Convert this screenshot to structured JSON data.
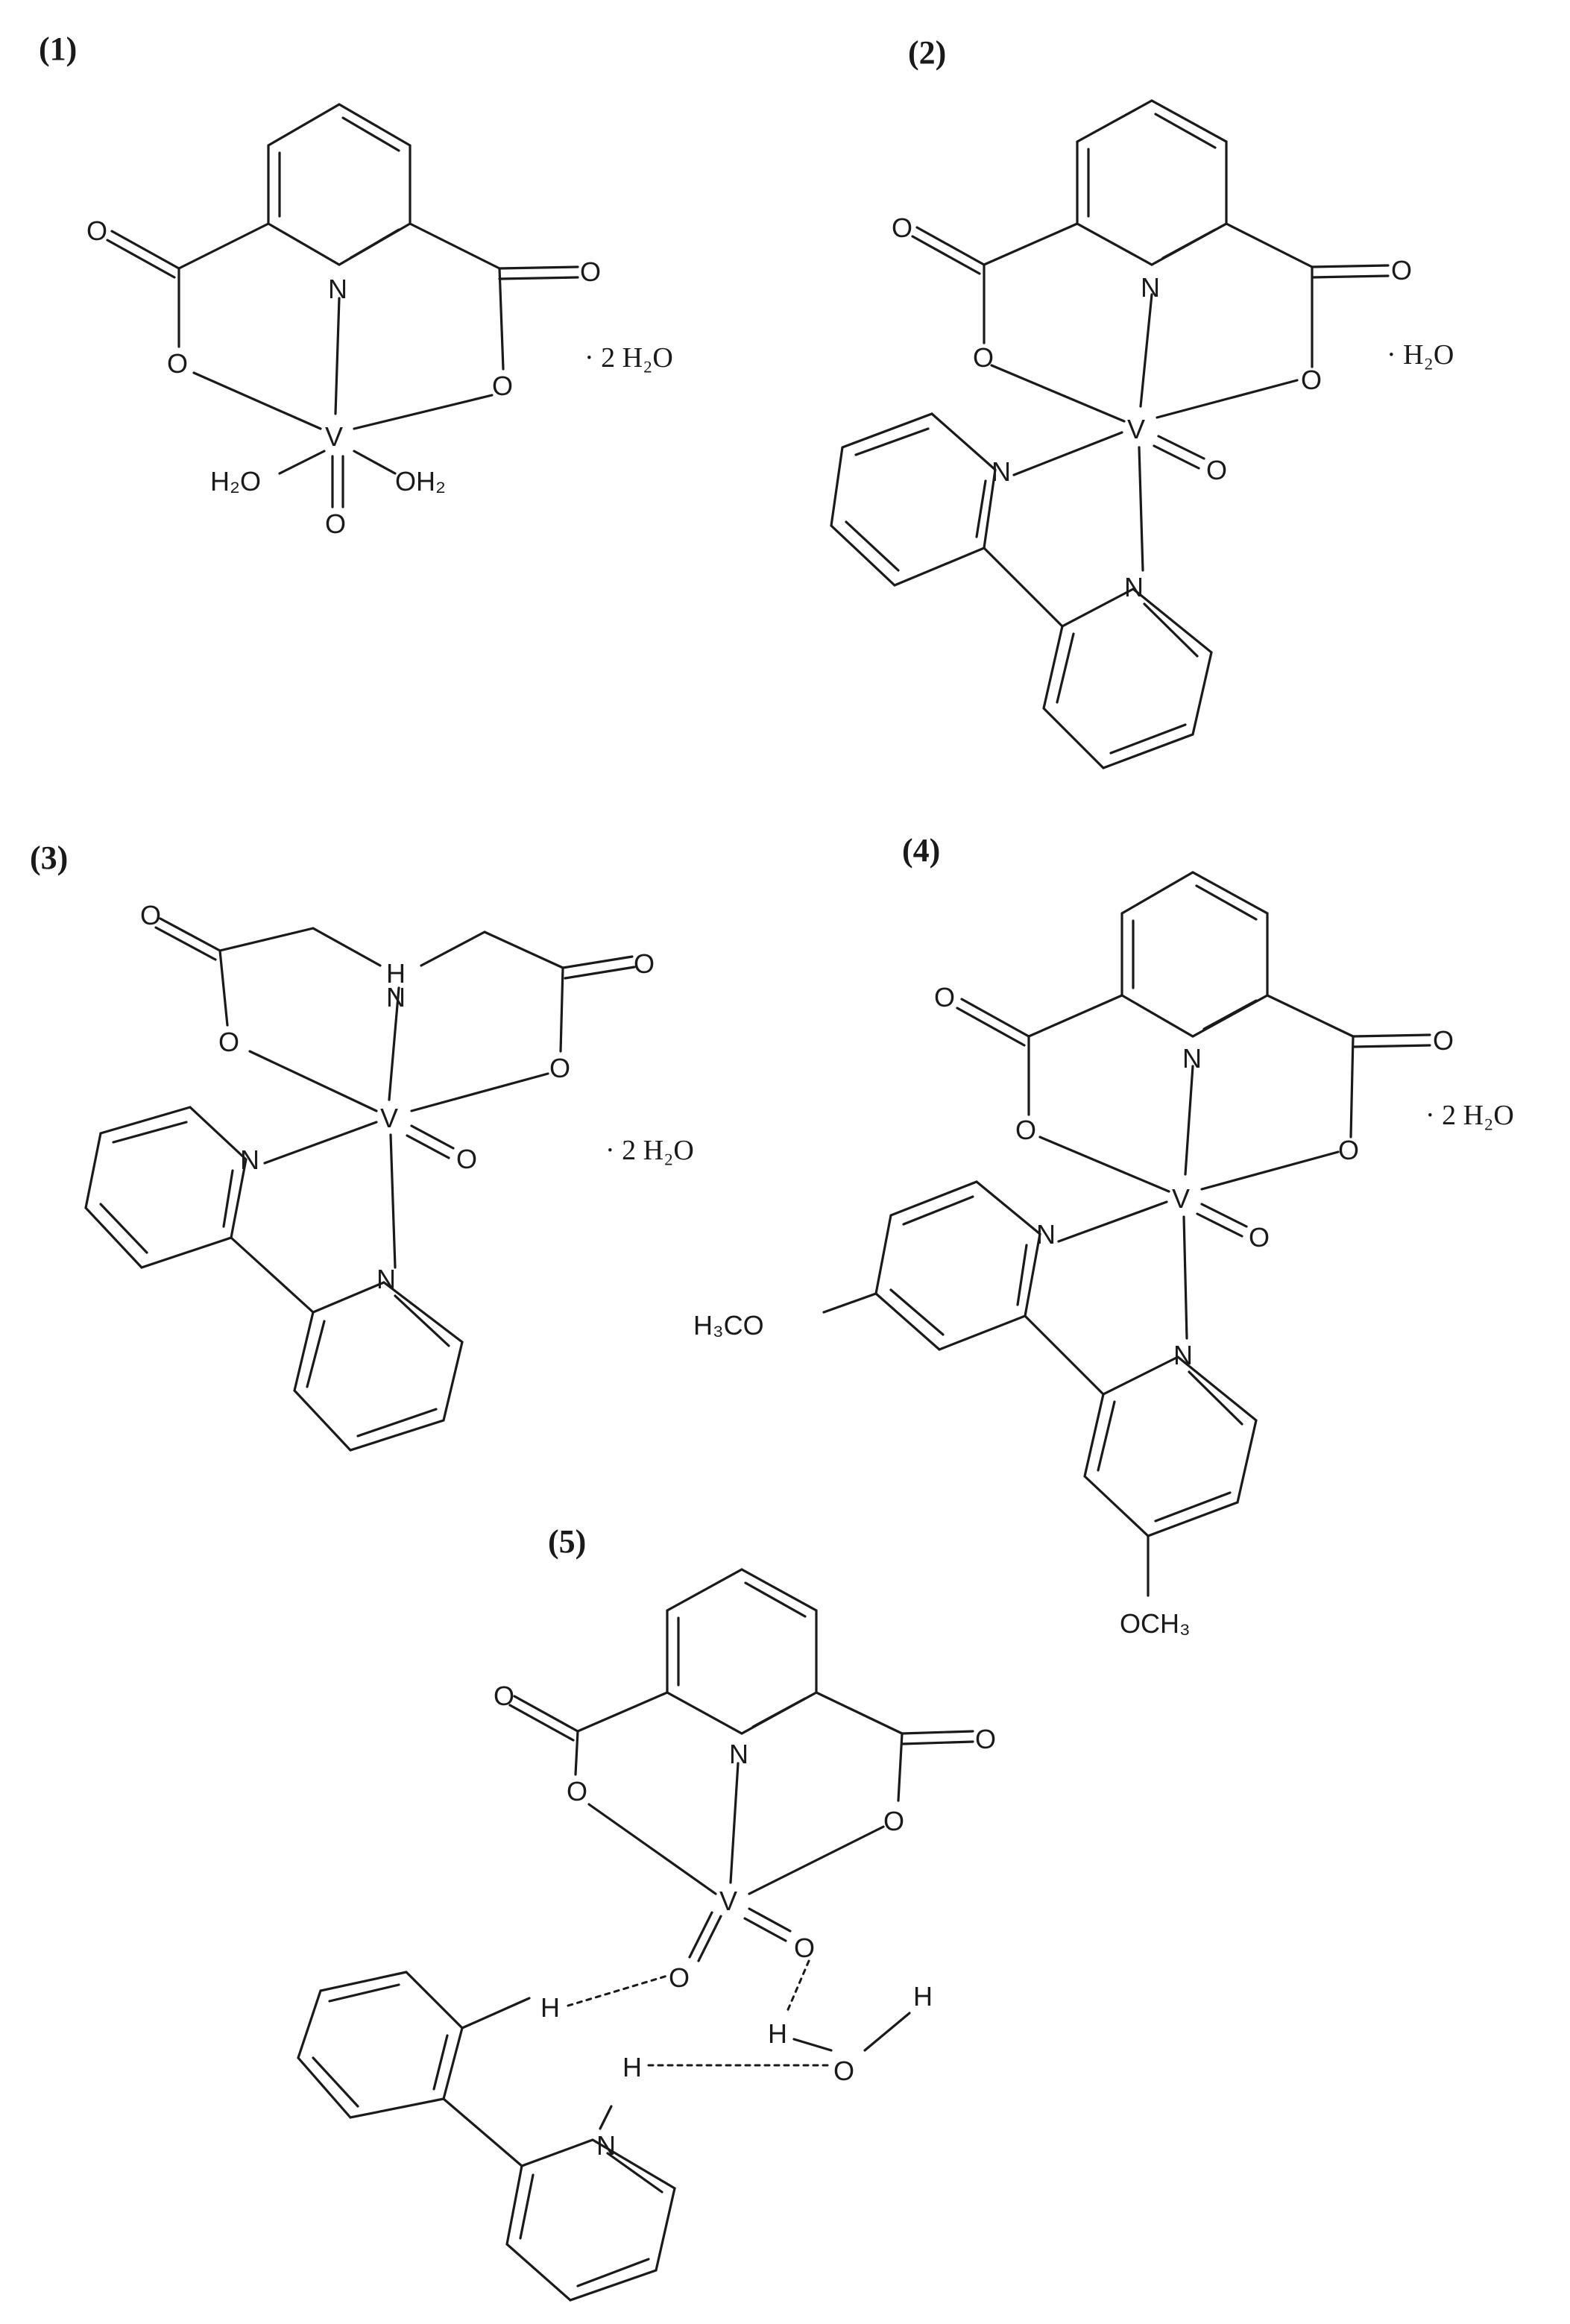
{
  "labels": {
    "c1": "(1)",
    "c2": "(2)",
    "c3": "(3)",
    "c4": "(4)",
    "c5": "(5)"
  },
  "solvates": {
    "c1": "· 2 H₂O",
    "c2": "· H₂O",
    "c3": "· 2 H₂O",
    "c4": "· 2 H₂O"
  },
  "atoms": {
    "V": "V",
    "N": "N",
    "O": "O",
    "H": "H",
    "NH": "H",
    "H2O": "H₂O",
    "OH2": "OH₂",
    "OCH3": "OCH₃",
    "H3CO": "H₃CO"
  }
}
